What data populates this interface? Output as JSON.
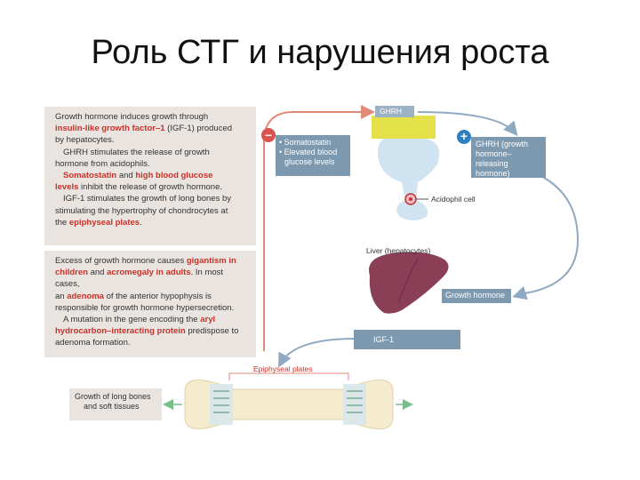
{
  "title": "Роль СТГ и нарушения роста",
  "panel_top": {
    "line1_a": "Growth hormone induces growth through",
    "line2_red": "insulin-like growth factor–1",
    "line2_b": " (IGF-1) produced",
    "line3": "by hepatocytes.",
    "line4": "GHRH stimulates the release of growth",
    "line5": "hormone from acidophils.",
    "line6_red": "Somatostatin",
    "line6_b": " and ",
    "line6_red2": "high blood glucose",
    "line7_red": "levels",
    "line7_b": " inhibit the release of growth hormone.",
    "line8": "IGF-1 stimulates the growth of long bones by",
    "line9": "stimulating the hypertrophy of chondrocytes at",
    "line10_a": "the ",
    "line10_red": "epiphyseal plates",
    "line10_b": "."
  },
  "panel_bottom": {
    "l1_a": "Excess of growth hormone causes ",
    "l1_red": "gigantism in",
    "l2_red": "children",
    "l2_b": " and ",
    "l2_red2": "acromegaly in adults",
    "l2_c": ". In most cases,",
    "l3_a": "an ",
    "l3_red": "adenoma",
    "l3_b": " of the anterior hypophysis is",
    "l4": "responsible for growth hormone hypersecretion.",
    "l5_a": "A mutation in the gene encoding the ",
    "l5_red": "aryl",
    "l6_red": "hydrocarbon–interacting protein",
    "l6_b": " predispose to",
    "l7": "adenoma formation."
  },
  "inhibitors": {
    "line1": "• Somatostatin",
    "line2": "• Elevated blood",
    "line3": "glucose levels"
  },
  "ghrh_short": "GHRH",
  "ghrh_full": {
    "line1": "GHRH (growth",
    "line2": "hormone–releasing",
    "line3": "hormone)"
  },
  "acidophil_label": "Acidophil cell",
  "liver_label": "Liver (hepatocytes)",
  "growth_hormone_label": "Growth hormone",
  "igf_label": "IGF-1",
  "epiphyseal_label": "Epiphyseal plates",
  "growth_box": {
    "line1": "Growth of long bones",
    "line2": "and soft tissues"
  },
  "minus_sign": "–",
  "plus_sign": "+",
  "colors": {
    "panel": "#e9e4df",
    "accent_red": "#c8322a",
    "steel_blue": "#7d99b0",
    "hypophysis_yellow": "#e3e04a",
    "liver": "#8a3f57",
    "bone": "#f5ecd0"
  }
}
